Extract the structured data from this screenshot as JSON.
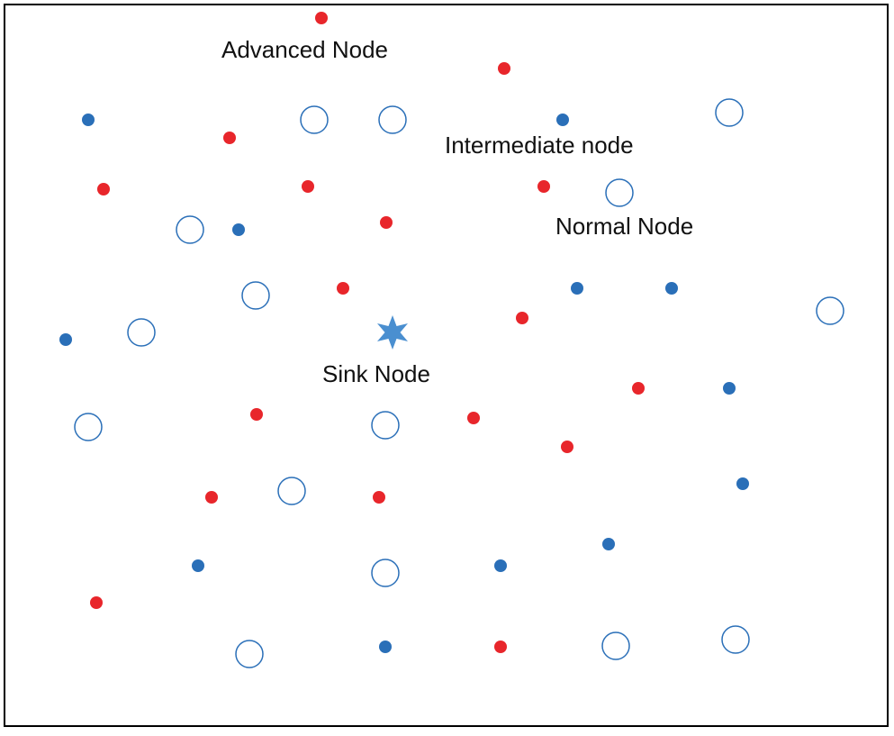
{
  "labels": {
    "advanced": "Advanced Node",
    "intermediate": "Intermediate node",
    "normal": "Normal Node",
    "sink": "Sink Node"
  },
  "colors": {
    "advanced": "#e8262b",
    "intermediate": "#2a6fb8",
    "normal_stroke": "#2a6fb8",
    "sink": "#4a8fd0"
  },
  "icons": {
    "advanced": "red-filled-dot",
    "intermediate": "blue-filled-dot",
    "normal": "hollow-circle",
    "sink": "six-point-star"
  }
}
